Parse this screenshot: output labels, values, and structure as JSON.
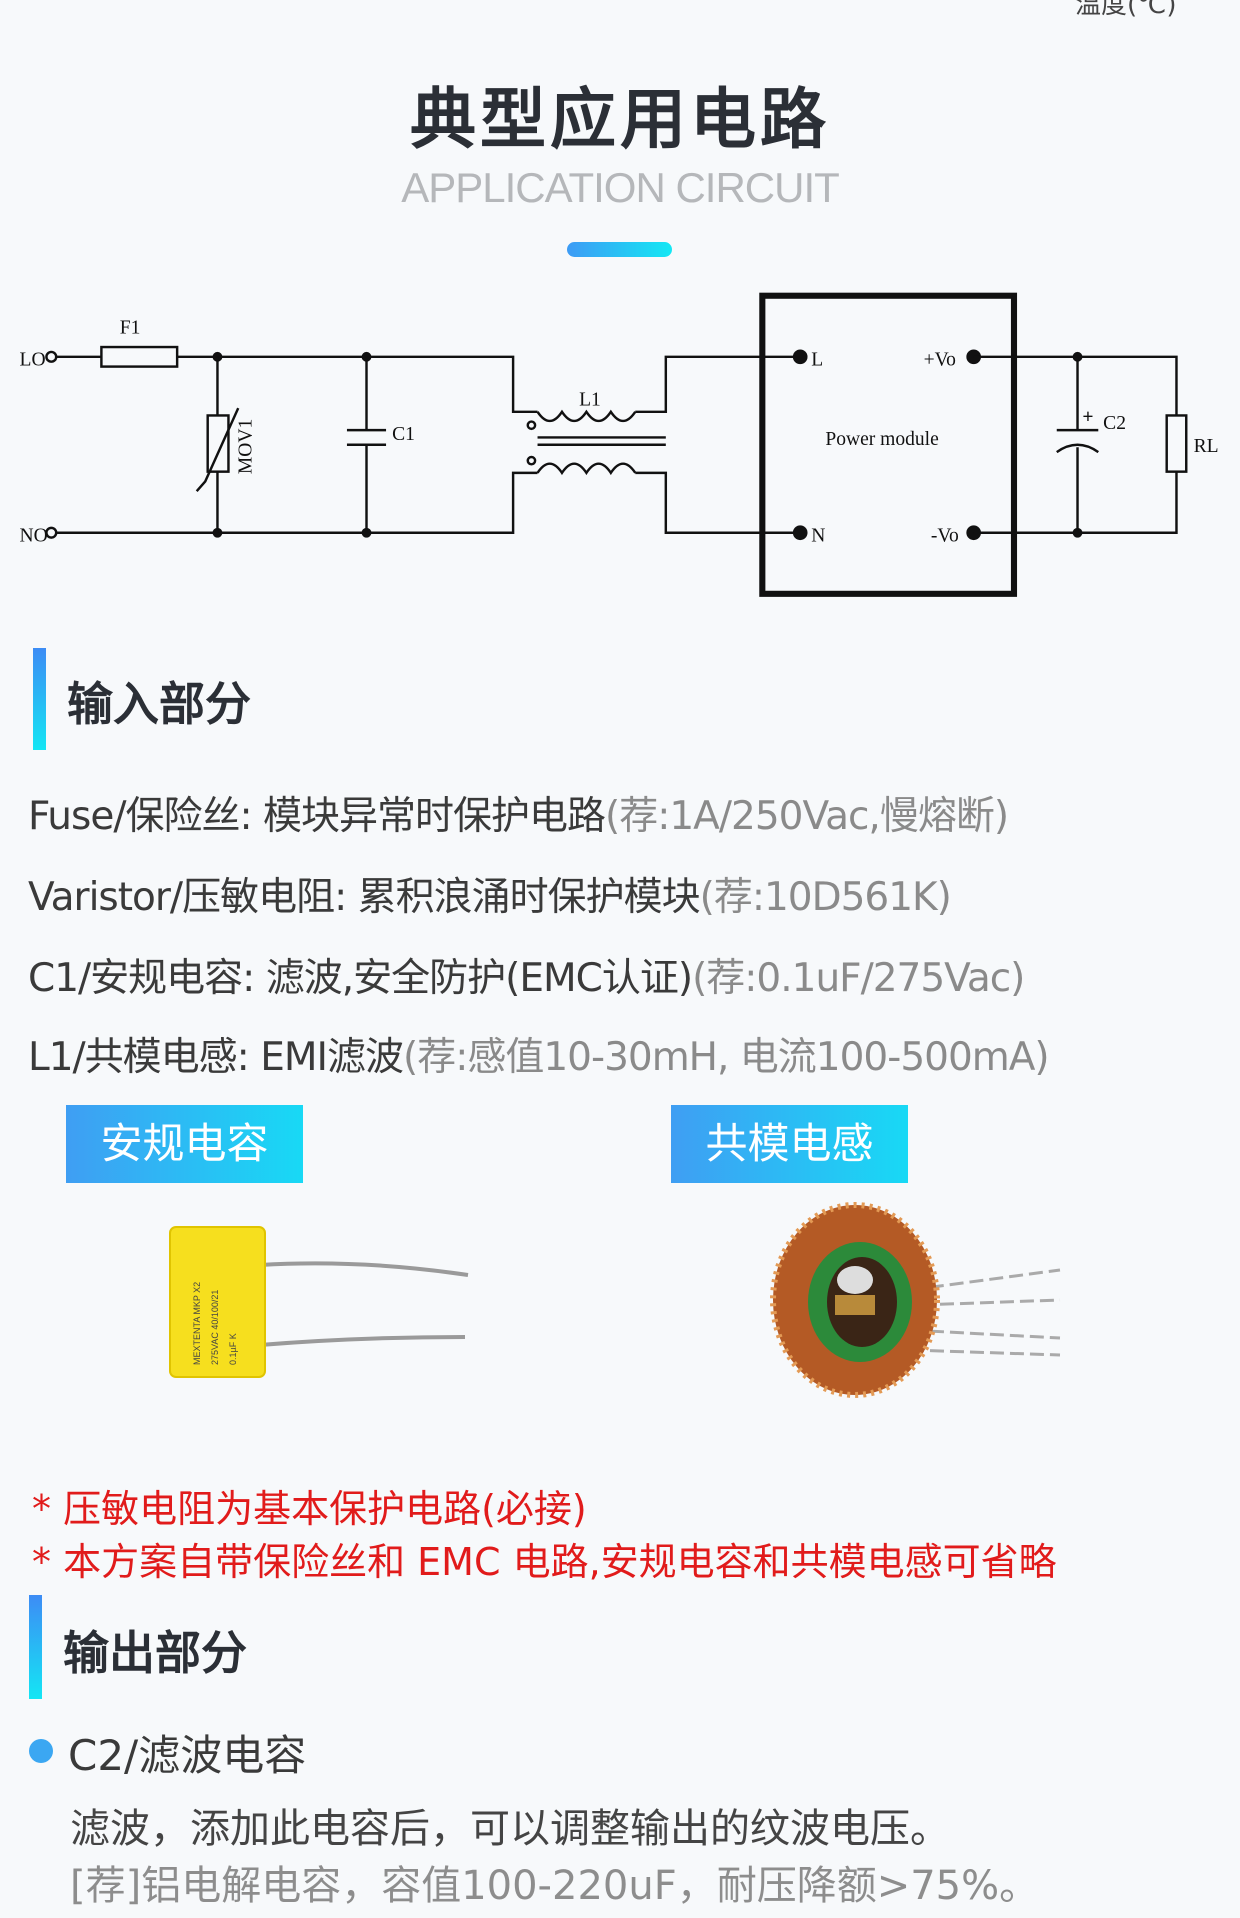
{
  "header": {
    "corner_text": "温度(℃)",
    "title": "典型应用电路",
    "subtitle": "APPLICATION CIRCUIT"
  },
  "circuit": {
    "labels": {
      "lo": "LO",
      "no": "NO",
      "f1": "F1",
      "mov1": "MOV1",
      "c1": "C1",
      "l1": "L1",
      "module": "Power module",
      "pin_l": "L",
      "pin_n": "N",
      "pin_vo_pos": "+Vo",
      "pin_vo_neg": "-Vo",
      "c2": "C2",
      "c2_plus": "+",
      "rl": "RL"
    }
  },
  "input_section": {
    "title": "输入部分",
    "items": [
      {
        "main": "Fuse/保险丝: 模块异常时保护电路",
        "rec": "(荐:1A/250Vac,慢熔断)"
      },
      {
        "main": "Varistor/压敏电阻: 累积浪涌时保护模块",
        "rec": "(荐:10D561K)"
      },
      {
        "main": "C1/安规电容: 滤波,安全防护(EMC认证)",
        "rec": "(荐:0.1uF/275Vac)"
      },
      {
        "main": "L1/共模电感: EMI滤波",
        "rec": "(荐:感值10-30mH, 电流100-500mA)"
      }
    ],
    "tags": [
      "安规电容",
      "共模电感"
    ],
    "notes": [
      "* 压敏电阻为基本保护电路(必接)",
      "* 本方案自带保险丝和 EMC 电路,安规电容和共模电感可省略"
    ]
  },
  "output_section": {
    "title": "输出部分",
    "item_label": "C2/滤波电容",
    "description": "滤波，添加此电容后，可以调整输出的纹波电压。",
    "recommendation": "[荐]铝电解电容，容值100-220uF，耐压降额>75%。"
  },
  "colors": {
    "accent_start": "#3d9bf5",
    "accent_end": "#14e8f4",
    "note_red": "#e11b1b",
    "title_dark": "#2b2f36"
  }
}
